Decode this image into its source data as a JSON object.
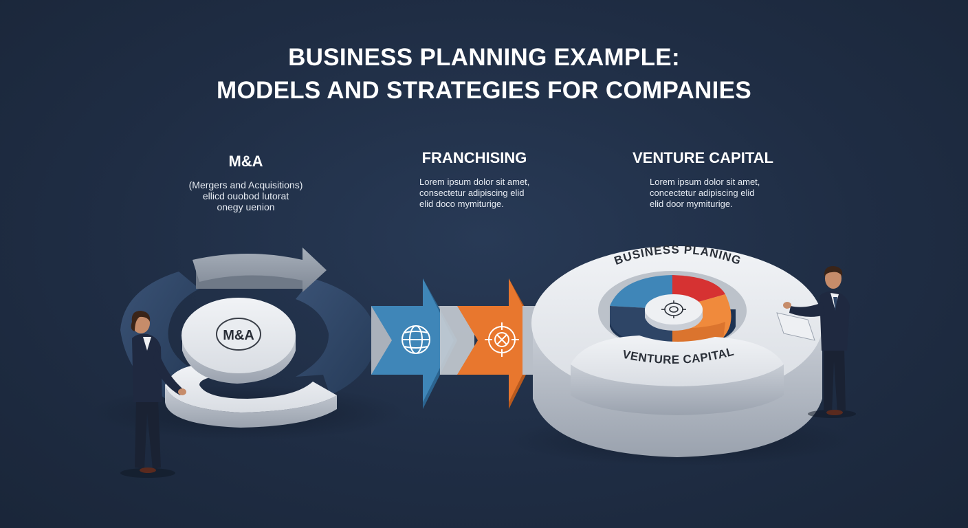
{
  "header": {
    "title_line1": "BUSINESS PLANNING EXAMPLE:",
    "title_line2": "MODELS AND STRATEGIES FOR COMPANIES"
  },
  "columns": {
    "ma": {
      "heading": "M&A",
      "lines": [
        "(Mergers and Acquisitions)",
        "ellicd ouobod lutorat",
        "onegy uenion"
      ]
    },
    "franchising": {
      "heading": "FRANCHISING",
      "lines": [
        "Lorem ipsum dolor sit amet,",
        "consectetur adipiscing elid",
        "elid doco mymiturige."
      ]
    },
    "venture": {
      "heading": "VENTURE CAPITAL",
      "lines": [
        "Lorem ipsum dolor sit amet,",
        "concectetur adipiscing elid",
        "elid door mymiturige."
      ]
    }
  },
  "diagram": {
    "cycle_center_label": "M&A",
    "platform_top_label": "BUSINESS PLANING",
    "platform_front_label": "VENTURE CAPITAL",
    "icons": [
      "globe-icon",
      "target-icon",
      "target-icon"
    ],
    "colors": {
      "background": "#1f2d44",
      "navy_segment": "#2e4566",
      "blue_arrow": "#3f86b8",
      "orange_arrow": "#e8772e",
      "red_segment": "#d63232",
      "orange_segment": "#f08a3c",
      "platform": "#e2e5ea"
    }
  }
}
